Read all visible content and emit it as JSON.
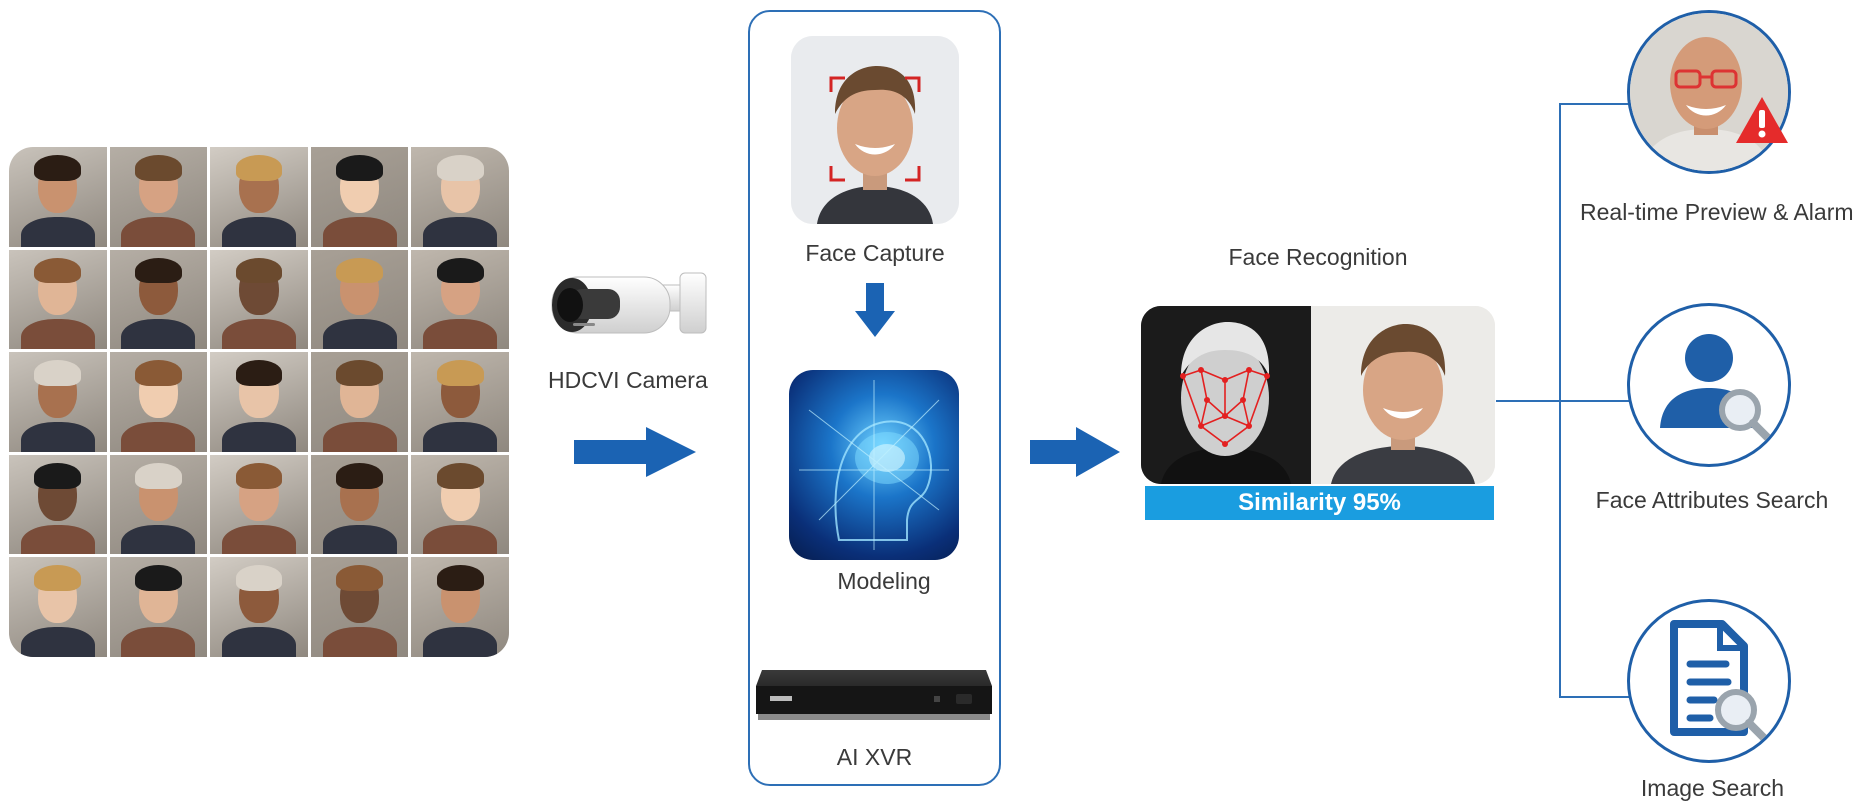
{
  "labels": {
    "camera": "HDCVI Camera",
    "face_capture": "Face Capture",
    "modeling": "Modeling",
    "device": "AI XVR",
    "face_recognition": "Face Recognition",
    "similarity": "Similarity 95%",
    "output_1": "Real-time Preview & Alarm",
    "output_2": "Face Attributes Search",
    "output_3": "Image Search"
  },
  "colors": {
    "accent_blue": "#1f5fa8",
    "arrow_blue": "#1b63b3",
    "similarity_blue": "#1a9de0",
    "alarm_red": "#e52b2b",
    "capture_frame_red": "#d42424",
    "landmark_red": "#e32020"
  },
  "icons": {
    "output_1": "alarm-warning-icon",
    "output_2": "user-search-icon",
    "output_3": "document-search-icon"
  }
}
